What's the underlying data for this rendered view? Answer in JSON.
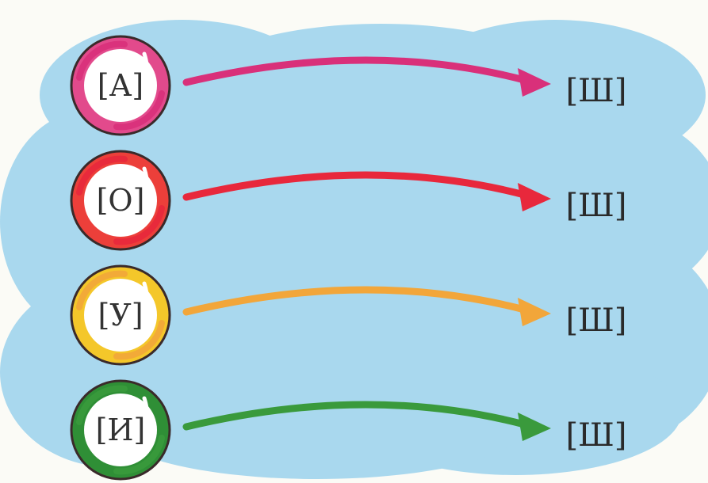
{
  "rows": [
    {
      "vowel": "[А]",
      "target": "[Ш]",
      "color": "#d9307a",
      "ring": "#e24a8c"
    },
    {
      "vowel": "[О]",
      "target": "[Ш]",
      "color": "#e8283c",
      "ring": "#ec3f3a"
    },
    {
      "vowel": "[У]",
      "target": "[Ш]",
      "color": "#f2a63a",
      "ring": "#f4c72a"
    },
    {
      "vowel": "[И]",
      "target": "[Ш]",
      "color": "#3a9a3c",
      "ring": "#2f8f36"
    }
  ],
  "colors": {
    "cloud": "#a9d8ee",
    "background": "#fbfbf6"
  }
}
